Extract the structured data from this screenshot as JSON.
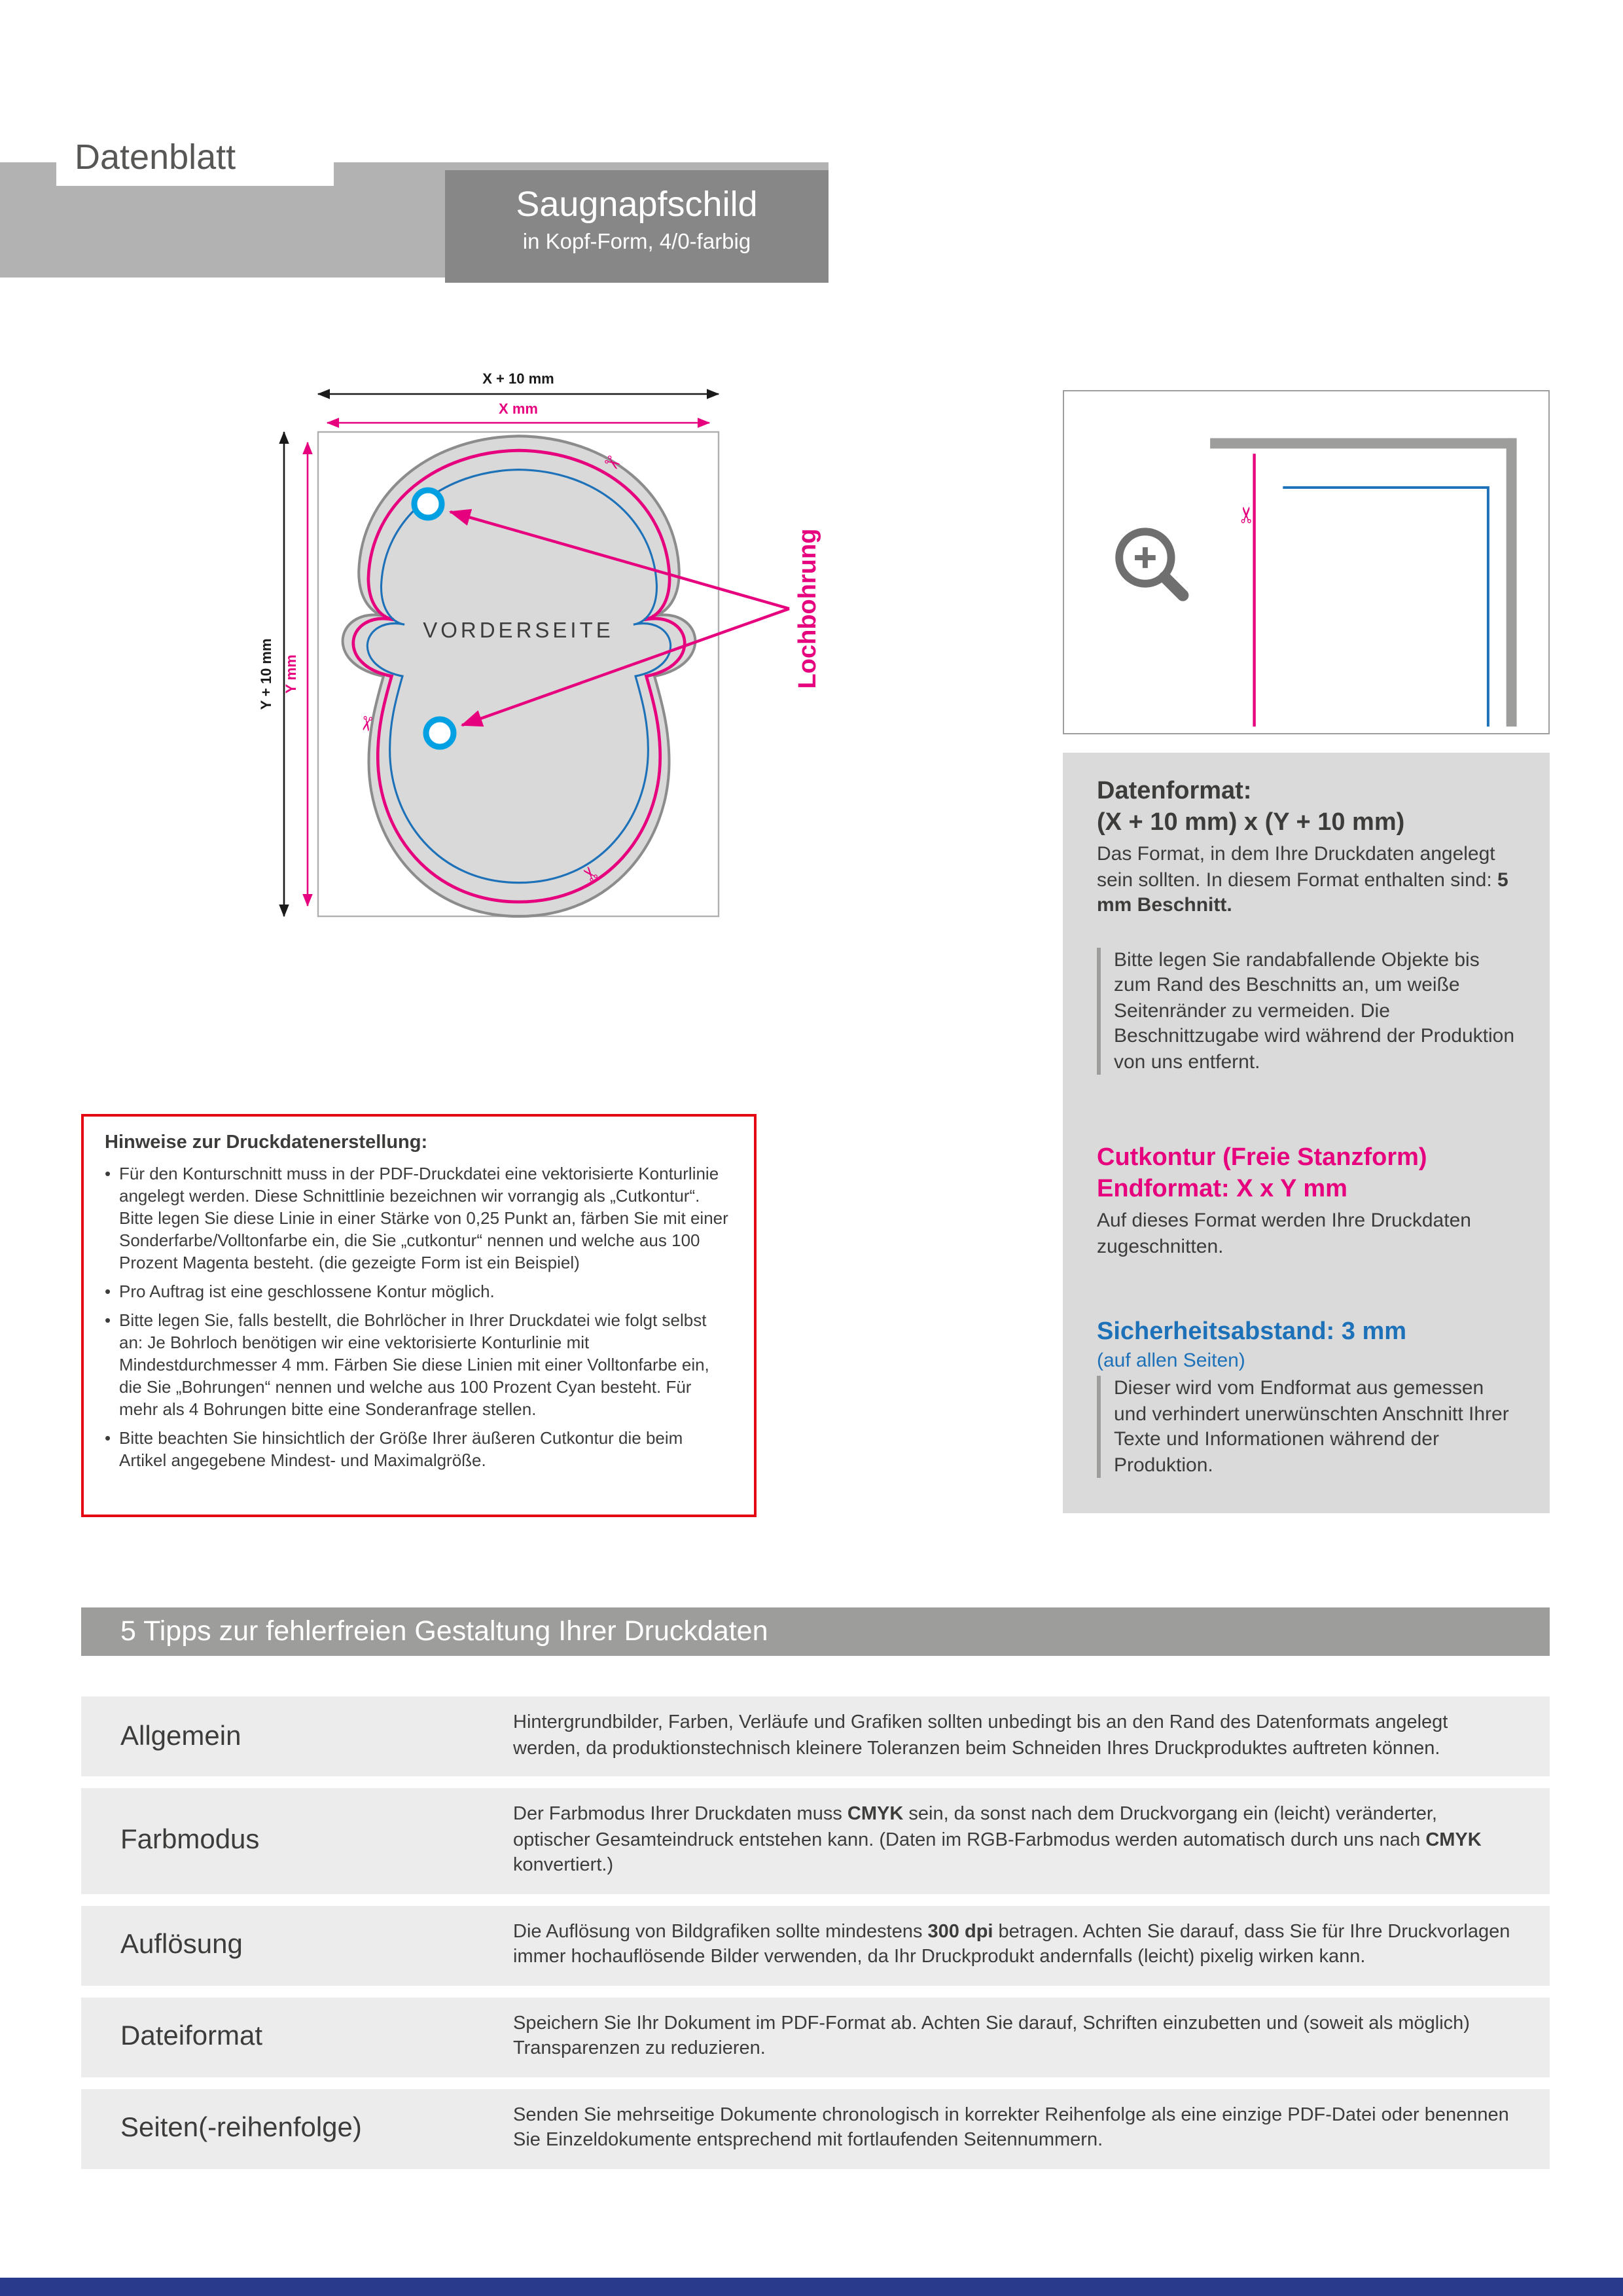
{
  "page": {
    "title": "Datenblatt",
    "product_title": "Saugnapfschild",
    "product_subtitle": "in Kopf-Form, 4/0-farbig"
  },
  "colors": {
    "cut_magenta": "#e6007e",
    "drill_cyan": "#00a0e3",
    "safety_blue": "#1d71b8",
    "warning_red": "#e30613",
    "footer_blue": "#293a8d"
  },
  "icons": {
    "scissors_glyph": "✂"
  },
  "diagram": {
    "dim_outer_width": "X + 10 mm",
    "dim_inner_width": "X mm",
    "dim_outer_height": "Y + 10 mm",
    "dim_inner_height": "Y mm",
    "front_label": "VORDERSEITE",
    "hole_label": "Lochbohrung"
  },
  "info_panel": {
    "datenformat_heading": "Datenformat:",
    "datenformat_value": "(X + 10 mm) x (Y + 10 mm)",
    "datenformat_body_1": "Das Format, in dem Ihre Druckdaten angelegt sein sollten. In diesem Format enthalten sind: ",
    "datenformat_body_bold": "5 mm Beschnitt.",
    "bleed_note": "Bitte legen Sie randabfallende Objekte bis zum Rand des Beschnitts an, um weiße Seitenränder zu vermeiden. Die Beschnittzugabe wird während der Produktion von uns entfernt.",
    "cutkontur_heading_line1": "Cutkontur (Freie Stanzform)",
    "cutkontur_heading_line2": "Endformat: X x Y mm",
    "cutkontur_body": "Auf dieses Format werden Ihre Druckdaten zugeschnitten.",
    "safety_heading": "Sicherheitsabstand: 3 mm",
    "safety_subheading": "(auf allen Seiten)",
    "safety_body": "Dieser wird vom Endformat aus gemessen und verhindert unerwünschten Anschnitt Ihrer Texte und Informationen während der Produktion."
  },
  "hinweise": {
    "title": "Hinweise zur Druckdatenerstellung:",
    "bullets": [
      "Für den Konturschnitt muss in der PDF-Druckdatei eine vektorisierte Konturlinie angelegt werden. Diese Schnittlinie bezeichnen wir vorrangig als „Cutkontur“. Bitte legen Sie diese Linie in einer Stärke von 0,25 Punkt an, färben Sie mit einer Sonderfarbe/Volltonfarbe ein, die Sie „cutkontur“ nennen und welche aus 100 Prozent Magenta besteht. (die gezeigte Form ist ein Beispiel)",
      "Pro Auftrag ist eine geschlossene Kontur möglich.",
      "Bitte legen Sie, falls bestellt, die Bohrlöcher in Ihrer Druckdatei wie folgt selbst an: Je Bohrloch benötigen wir eine vektorisierte Konturlinie mit Mindestdurchmesser 4 mm. Färben Sie diese Linien mit einer Volltonfarbe ein, die Sie „Bohrungen“ nennen und welche aus 100 Prozent Cyan besteht. Für mehr als 4 Bohrungen bitte eine Sonderanfrage stellen.",
      "Bitte beachten Sie hinsichtlich der Größe Ihrer äußeren Cutkontur die beim Artikel angegebene Mindest- und Maximalgröße."
    ]
  },
  "tips": {
    "heading": "5 Tipps zur fehlerfreien Gestaltung Ihrer Druckdaten",
    "rows": [
      {
        "label": "Allgemein",
        "parts": [
          "Hintergrundbilder, Farben, Verläufe und Grafiken sollten unbedingt bis an den Rand des Datenformats angelegt werden, da produktionstechnisch kleinere Toleranzen beim Schneiden Ihres Druckproduktes auftreten können."
        ]
      },
      {
        "label": "Farbmodus",
        "parts": [
          "Der Farbmodus Ihrer Druckdaten muss ",
          "CMYK",
          " sein, da sonst nach dem Druckvorgang ein (leicht) veränderter, optischer Gesamteindruck entstehen kann. (Daten im RGB-Farbmodus werden automatisch durch uns nach ",
          "CMYK",
          " konvertiert.)"
        ]
      },
      {
        "label": "Auflösung",
        "parts": [
          "Die Auflösung von Bildgrafiken sollte mindestens ",
          "300 dpi",
          " betragen. Achten Sie darauf, dass Sie für Ihre Druckvorlagen immer hochauflösende Bilder verwenden, da Ihr Druckprodukt andernfalls (leicht) pixelig wirken kann."
        ]
      },
      {
        "label": "Dateiformat",
        "parts": [
          "Speichern Sie Ihr Dokument im PDF-Format ab. Achten Sie darauf, Schriften einzubetten und (soweit als möglich) Transparenzen zu reduzieren."
        ]
      },
      {
        "label": "Seiten(-reihenfolge)",
        "parts": [
          "Senden Sie mehrseitige Dokumente chronologisch in korrekter Reihenfolge als eine einzige PDF-Datei oder benennen Sie Einzeldokumente entsprechend mit fortlaufenden Seitennummern."
        ]
      }
    ]
  }
}
